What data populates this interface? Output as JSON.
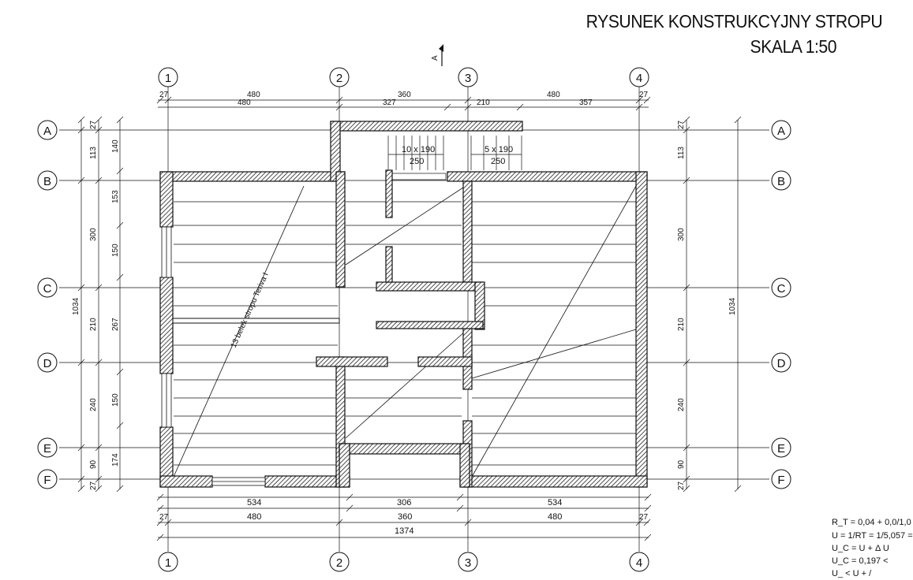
{
  "title": {
    "line1": "RYSUNEK KONSTRUKCYJNY STROPU",
    "line2": "SKALA 1:50"
  },
  "section_marker": "A",
  "axes": {
    "vertical": [
      "1",
      "2",
      "3",
      "4"
    ],
    "horizontal": [
      "A",
      "B",
      "C",
      "D",
      "E",
      "F"
    ]
  },
  "dimensions": {
    "top_row1": [
      "27",
      "480",
      "360",
      "480",
      "27"
    ],
    "top_row2": [
      "480",
      "327",
      "210",
      "357"
    ],
    "bottom_row1": [
      "534",
      "306",
      "534"
    ],
    "bottom_row2": [
      "27",
      "480",
      "360",
      "480",
      "27"
    ],
    "bottom_total": "1374",
    "left_outer": [
      "27",
      "113",
      "300",
      "210",
      "240",
      "90",
      "27"
    ],
    "left_inner": [
      "140",
      "153",
      "150",
      "267",
      "150",
      "174"
    ],
    "left_total": "1034",
    "right_outer": [
      "27",
      "113",
      "300",
      "210",
      "240",
      "90",
      "27"
    ],
    "right_total": "1034"
  },
  "stairs": {
    "left_label": "10 x 190",
    "left_width": "250",
    "right_label": "5 x 190",
    "right_width": "250"
  },
  "beam_label": "13 belek stropu Teriva I",
  "formulas": {
    "f1": "R_T = 0,04 + 0,0/1,0",
    "f2": "U = 1/RT = 1/5,057 =",
    "f3": "U_C = U + Δ U",
    "f4": "U_C = 0,197 <",
    "f5": "U_     < U + /"
  },
  "colors": {
    "line": "#111111",
    "wall_hatch": "#333333",
    "background": "#ffffff"
  }
}
